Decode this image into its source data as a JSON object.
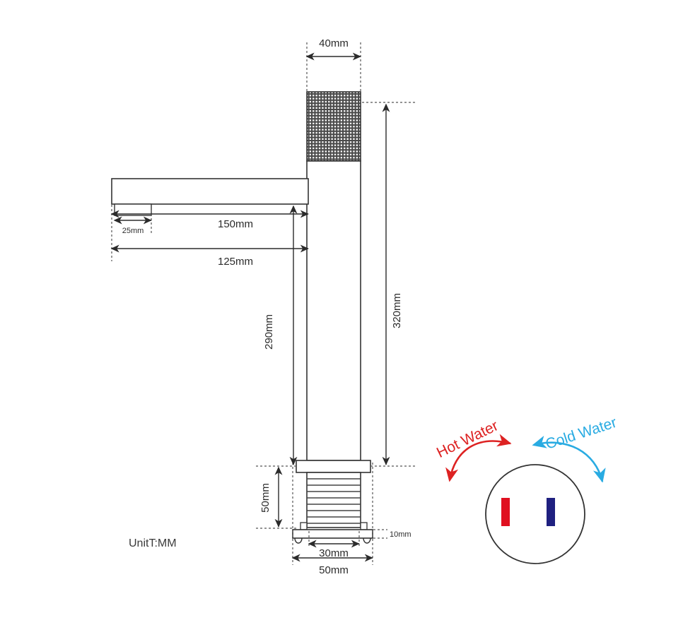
{
  "drawing": {
    "title_note": "UnitT:MM",
    "product": "square-faucet-technical-drawing",
    "dimensions": {
      "spout_width_top": "40mm",
      "aerator": "25mm",
      "spout_reach_upper": "150mm",
      "spout_reach_lower": "125mm",
      "height_to_spout": "290mm",
      "total_height": "320mm",
      "base_height": "50mm",
      "base_plate_thickness": "10mm",
      "base_shank": "30mm",
      "base_plate_width": "50mm"
    },
    "control": {
      "hot_label": "Hot Water",
      "cold_label": "Cold Water",
      "hot_color": "#dd2222",
      "cold_color": "#29abe2",
      "hot_indicator_color": "#e01020",
      "cold_indicator_color": "#1f2080",
      "knob_outline_color": "#333333"
    },
    "colors": {
      "line": "#333333",
      "text": "#2b2b2b",
      "background": "#ffffff"
    }
  }
}
